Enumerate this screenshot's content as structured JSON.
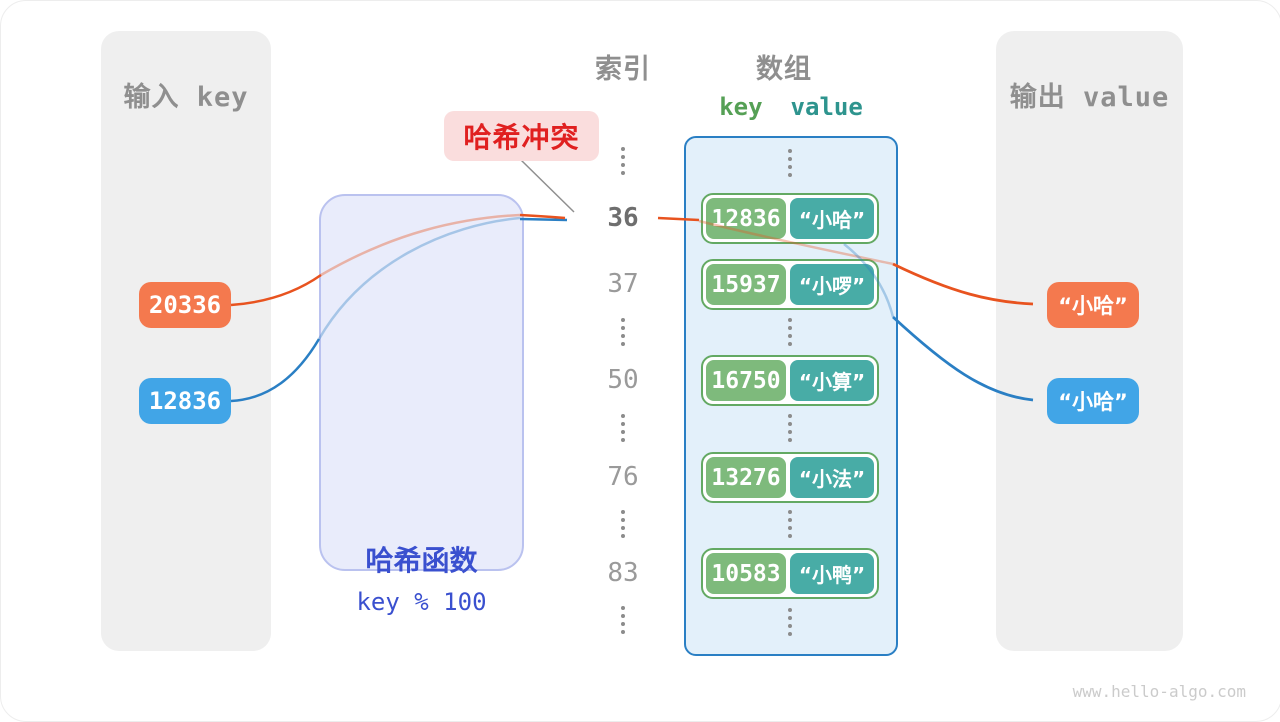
{
  "input_panel": {
    "title": "输入 key",
    "keys": [
      {
        "value": "20336",
        "variant": "orange"
      },
      {
        "value": "12836",
        "variant": "blue"
      }
    ]
  },
  "hash_function": {
    "name": "哈希函数",
    "formula": "key % 100"
  },
  "collision_badge": {
    "label": "哈希冲突"
  },
  "index_column": {
    "title": "索引",
    "entries": [
      {
        "label": "36",
        "highlight": true
      },
      {
        "label": "37",
        "highlight": false
      },
      {
        "label": "50",
        "highlight": false
      },
      {
        "label": "76",
        "highlight": false
      },
      {
        "label": "83",
        "highlight": false
      }
    ]
  },
  "array": {
    "title": "数组",
    "header": {
      "key": "key",
      "value": "value"
    },
    "rows": [
      {
        "key": "12836",
        "value": "“小哈”"
      },
      {
        "key": "15937",
        "value": "“小啰”"
      },
      {
        "key": "16750",
        "value": "“小算”"
      },
      {
        "key": "13276",
        "value": "“小法”"
      },
      {
        "key": "10583",
        "value": "“小鸭”"
      }
    ]
  },
  "output_panel": {
    "title": "输出 value",
    "results": [
      {
        "text": "“小哈”",
        "variant": "orange"
      },
      {
        "text": "“小哈”",
        "variant": "blue"
      }
    ]
  },
  "watermark": "www.hello-algo.com",
  "colors": {
    "orange_box": "#f4794e",
    "blue_box": "#41a5e7",
    "orange_arrow": "#e8531f",
    "blue_arrow": "#2a7fc4",
    "key_green": "#7eba7c",
    "value_teal": "#48aca6",
    "collision_red": "#e02020",
    "hash_blue": "#3a50cf",
    "array_border_blue": "#2a7fc4",
    "pair_border_green": "#63a963"
  }
}
